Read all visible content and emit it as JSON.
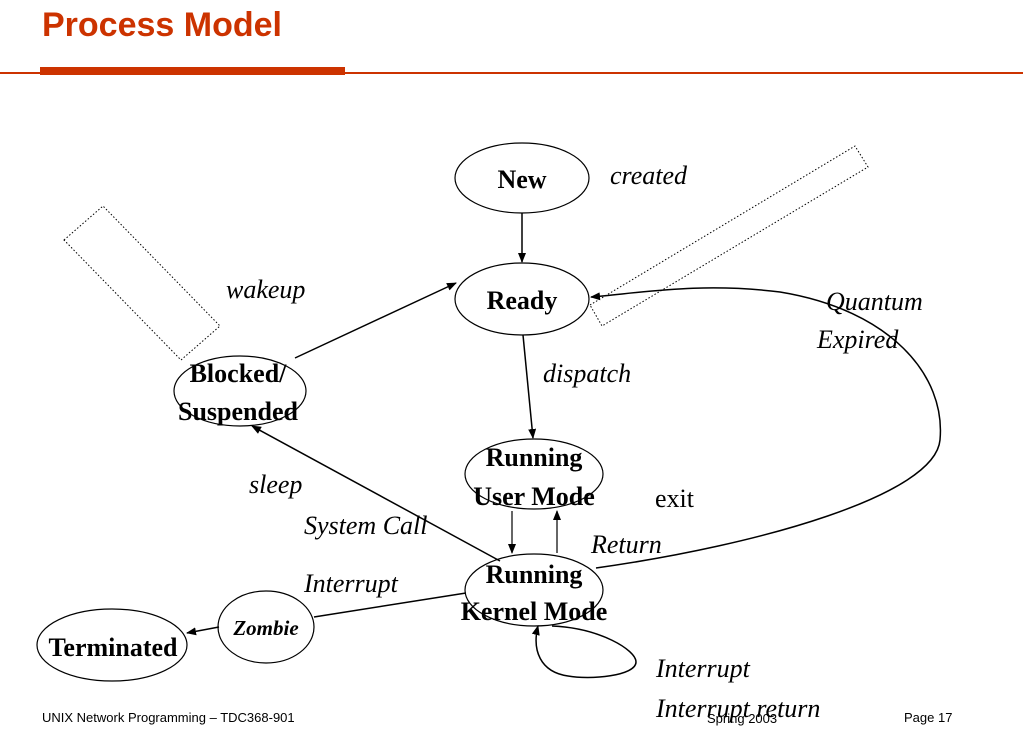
{
  "header": {
    "title": "Process Model"
  },
  "states": {
    "new": "New",
    "ready": "Ready",
    "blocked_line1": "Blocked/",
    "blocked_line2": "Suspended",
    "running_user_line1": "Running",
    "running_user_line2": "User Mode",
    "running_kernel_line1": "Running",
    "running_kernel_line2": "Kernel Mode",
    "zombie": "Zombie",
    "terminated": "Terminated"
  },
  "labels": {
    "created": "created",
    "wakeup": "wakeup",
    "quantum": "Quantum",
    "expired": "Expired",
    "dispatch": "dispatch",
    "sleep": "sleep",
    "exit": "exit",
    "system_call": "System Call",
    "return": "Return",
    "interrupt": "Interrupt",
    "interrupt_bottom": "Interrupt",
    "interrupt_return": "Interrupt return"
  },
  "footer": {
    "course": "UNIX Network Programming – TDC368-901",
    "term": "Spring 2003",
    "page": "Page 17"
  },
  "colors": {
    "accent": "#cc3300"
  }
}
